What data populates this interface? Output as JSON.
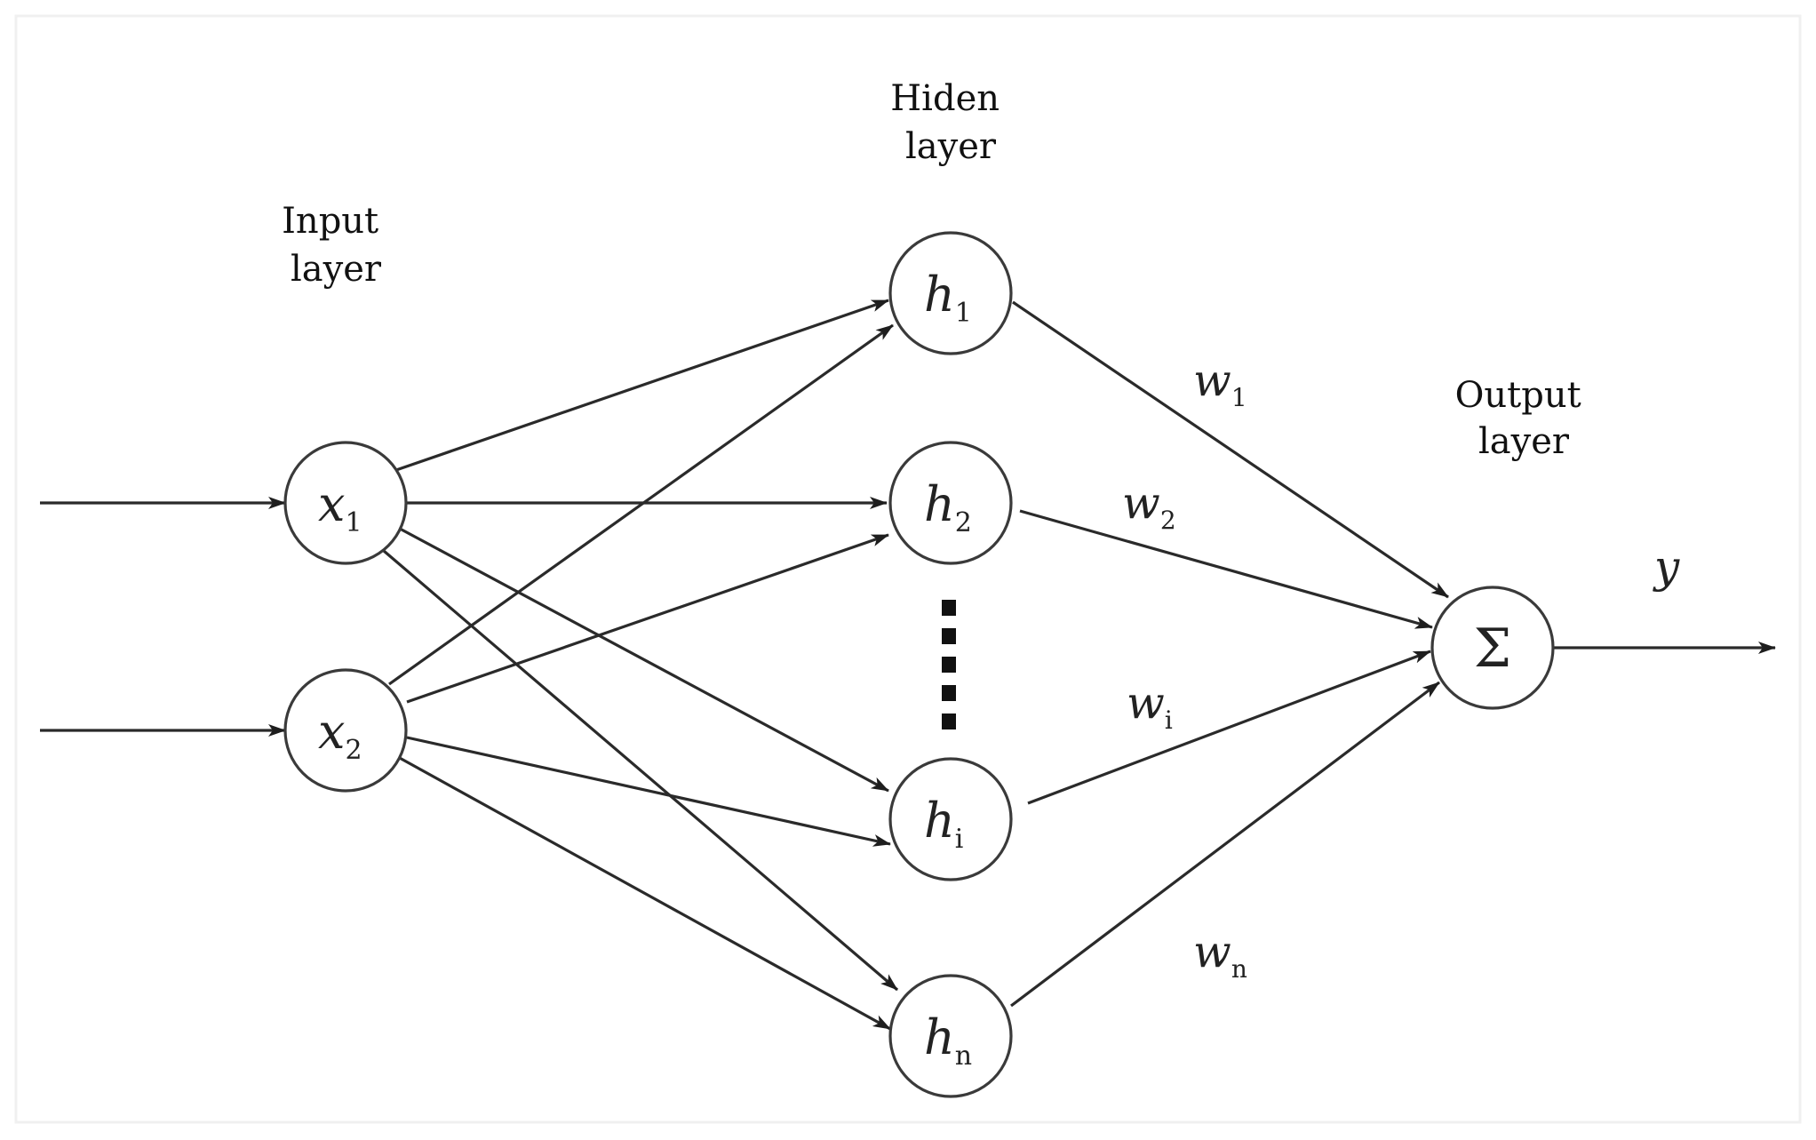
{
  "labels": {
    "input_layer": [
      "Input",
      "layer"
    ],
    "hidden_layer": [
      "Hiden",
      "layer"
    ],
    "output_layer": [
      "Output",
      "layer"
    ]
  },
  "inputs": [
    {
      "var": "x",
      "sub": "1"
    },
    {
      "var": "x",
      "sub": "2"
    }
  ],
  "hidden": [
    {
      "var": "h",
      "sub": "1"
    },
    {
      "var": "h",
      "sub": "2"
    },
    {
      "var": "h",
      "sub": "i"
    },
    {
      "var": "h",
      "sub": "n"
    }
  ],
  "weights": [
    {
      "var": "w",
      "sub": "1"
    },
    {
      "var": "w",
      "sub": "2"
    },
    {
      "var": "w",
      "sub": "i"
    },
    {
      "var": "w",
      "sub": "n"
    }
  ],
  "output": {
    "symbol": "Σ",
    "result": "y"
  },
  "colors": {
    "stroke": "#2a2a2a",
    "text": "#111111",
    "background": "#ffffff"
  }
}
